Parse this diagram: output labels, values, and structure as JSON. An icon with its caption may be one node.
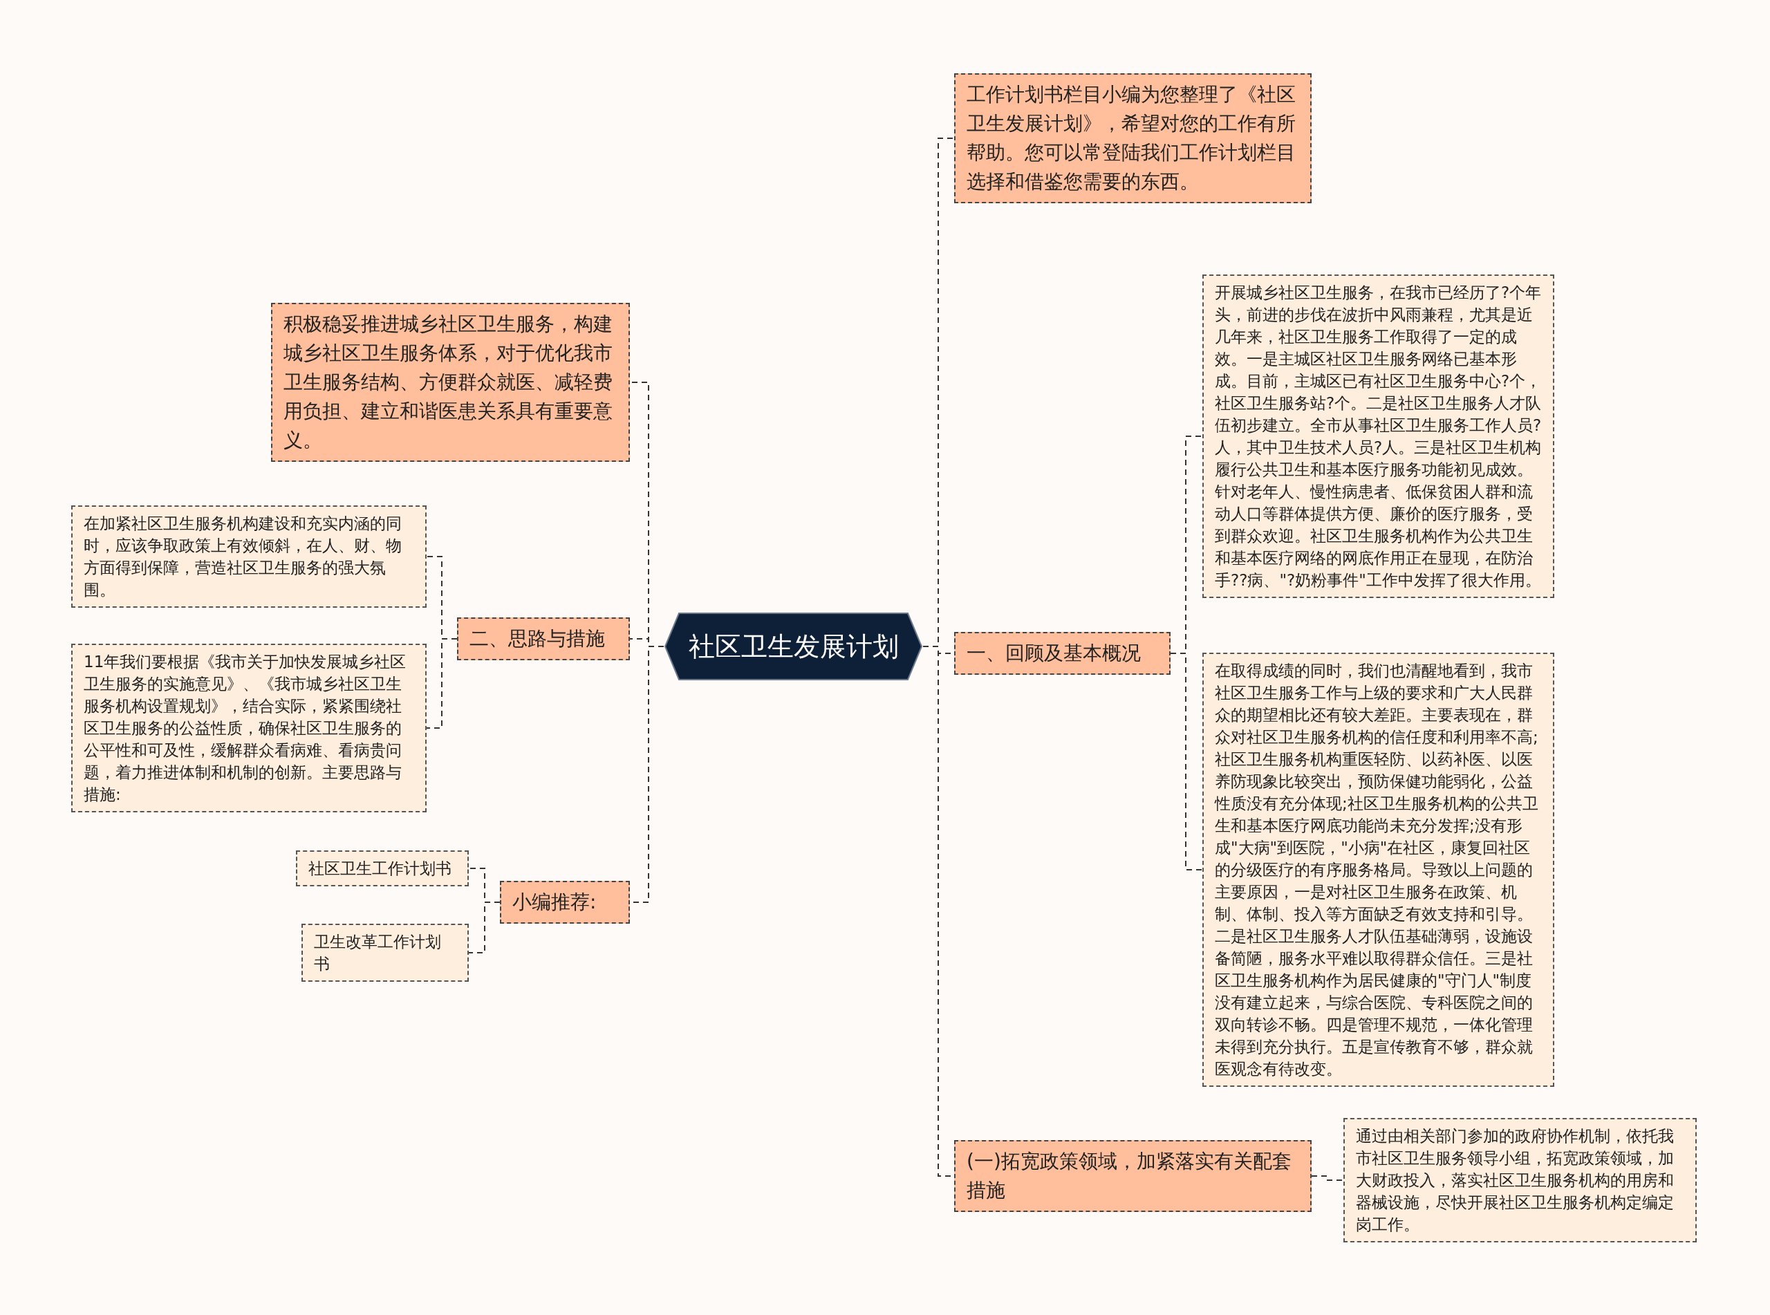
{
  "diagram": {
    "nodes": [
      {
        "text": [
          "社区卫生发展计划"
        ]
      },
      {
        "text": [
          "工作计划书栏目小编为您整理了《社区卫生发展计划》，希望对您的工作有所帮助。您可以常登陆我们工作计划栏目选择和借鉴您需要的东西。"
        ]
      },
      {
        "text": [
          "一、回顾及基本概况"
        ]
      },
      {
        "text": [
          "开展城乡社区卫生服务，在我市已经历了?个年头，前进的步伐在波折中风雨兼程，尤其是近几年来，社区卫生服务工作取得了一定的成效。一是主城区社区卫生服务网络已基本形成。目前，主城区已有社区卫生服务中心?个，社区卫生服务站?个。二是社区卫生服务人才队伍初步建立。全市从事社区卫生服务工作人员?人，其中卫生技术人员?人。三是社区卫生机构履行公共卫生和基本医疗服务功能初见成效。针对老年人、慢性病患者、低保贫困人群和流动人口等群体提供方便、廉价的医疗服务，受到群众欢迎。社区卫生服务机构作为公共卫生和基本医疗网络的网底作用正在显现，在防治手??病、\"?奶粉事件\"工作中发挥了很大作用。"
        ]
      },
      {
        "text": [
          "在取得成绩的同时，我们也清醒地看到，我市社区卫生服务工作与上级的要求和广大人民群众的期望相比还有较大差距。主要表现在，群众对社区卫生服务机构的信任度和利用率不高;社区卫生服务机构重医轻防、以药补医、以医养防现象比较突出，预防保健功能弱化，公益性质没有充分体现;社区卫生服务机构的公共卫生和基本医疗网底功能尚未充分发挥;没有形成\"大病\"到医院，\"小病\"在社区，康复回社区的分级医疗的有序服务格局。导致以上问题的主要原因，一是对社区卫生服务在政策、机制、体制、投入等方面缺乏有效支持和引导。二是社区卫生服务人才队伍基础薄弱，设施设备简陋，服务水平难以取得群众信任。三是社区卫生服务机构作为居民健康的\"守门人\"制度没有建立起来，与综合医院、专科医院之间的双向转诊不畅。四是管理不规范，一体化管理未得到充分执行。五是宣传教育不够，群众就医观念有待改变。"
        ]
      },
      {
        "text": [
          "(一)拓宽政策领域，加紧落实有关配套措施"
        ]
      },
      {
        "text": [
          "通过由相关部门参加的政府协作机制，依托我市社区卫生服务领导小组，拓宽政策领域，加大财政投入，落实社区卫生服务机构的用房和器械设施，尽快开展社区卫生服务机构定编定岗工作。"
        ]
      },
      {
        "text": [
          "积极稳妥推进城乡社区卫生服务，构建城乡社区卫生服务体系，对于优化我市卫生服务结构、方便群众就医、减轻费用负担、建立和谐医患关系具有重要意义。"
        ]
      },
      {
        "text": [
          "二、思路与措施"
        ]
      },
      {
        "text": [
          "在加紧社区卫生服务机构建设和充实内涵的同时，应该争取政策上有效倾斜，在人、财、物方面得到保障，营造社区卫生服务的强大氛围。"
        ]
      },
      {
        "text": [
          "11年我们要根据《我市关于加快发展城乡社区卫生服务的实施意见》、《我市城乡社区卫生服务机构设置规划》，结合实际，紧紧围绕社区卫生服务的公益性质，确保社区卫生服务的公平性和可及性，缓解群众看病难、看病贵问题，着力推进体制和机制的创新。主要思路与措施:"
        ]
      },
      {
        "text": [
          "小编推荐:"
        ]
      },
      {
        "text": [
          "社区卫生工作计划书"
        ]
      },
      {
        "text": [
          "卫生改革工作计划书"
        ]
      }
    ],
    "edges": [
      {
        "from": 0,
        "to": 1,
        "arrow": "none",
        "style": "dashed"
      },
      {
        "from": 0,
        "to": 2,
        "arrow": "none",
        "style": "dashed"
      },
      {
        "from": 2,
        "to": 3,
        "arrow": "none",
        "style": "dashed"
      },
      {
        "from": 2,
        "to": 4,
        "arrow": "none",
        "style": "dashed"
      },
      {
        "from": 0,
        "to": 5,
        "arrow": "none",
        "style": "dashed"
      },
      {
        "from": 5,
        "to": 6,
        "arrow": "none",
        "style": "dashed"
      },
      {
        "from": 0,
        "to": 7,
        "arrow": "none",
        "style": "dashed"
      },
      {
        "from": 0,
        "to": 8,
        "arrow": "none",
        "style": "dashed"
      },
      {
        "from": 8,
        "to": 9,
        "arrow": "none",
        "style": "dashed"
      },
      {
        "from": 8,
        "to": 10,
        "arrow": "none",
        "style": "dashed"
      },
      {
        "from": 0,
        "to": 11,
        "arrow": "none",
        "style": "dashed"
      },
      {
        "from": 11,
        "to": 12,
        "arrow": "none",
        "style": "dashed"
      },
      {
        "from": 11,
        "to": 13,
        "arrow": "none",
        "style": "dashed"
      }
    ]
  }
}
